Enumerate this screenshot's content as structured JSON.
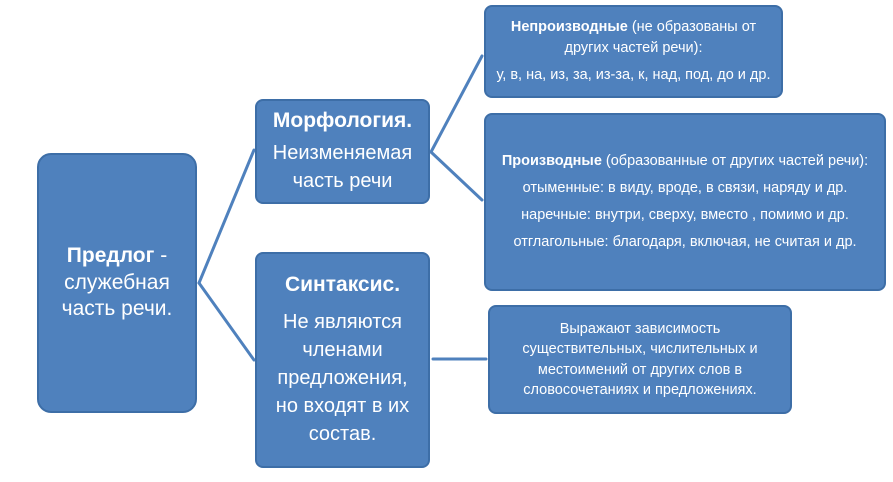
{
  "root": {
    "title": "Предлог",
    "dash": " -",
    "line2": "служебная",
    "line3": "часть речи."
  },
  "morphology": {
    "title": "Морфология.",
    "body": "Неизменяемая часть речи"
  },
  "syntax": {
    "title": "Синтаксис.",
    "body": "Не являются членами предложения, но входят в их состав."
  },
  "nonderived": {
    "term": "Непроизводные",
    "definition": " (не образованы от других частей речи):",
    "examples": "у, в, на, из, за, из-за, к, над, под, до и др."
  },
  "derived": {
    "term": "Производные",
    "definition": " (образованные от других частей речи):",
    "denominal": "отыменные: в виду, вроде, в связи, наряду  и др.",
    "adverbial": "наречные: внутри, сверху, вместо , помимо и др.",
    "verbal": "отглагольные: благодаря, включая, не считая и др."
  },
  "function": {
    "text": "Выражают зависимость существительных, числительных и местоимений от других слов в словосочетаниях и предложениях."
  },
  "colors": {
    "box_fill": "#4f81bd",
    "box_border": "#3d6ea7",
    "connector": "#4f81bd",
    "text": "#ffffff"
  }
}
